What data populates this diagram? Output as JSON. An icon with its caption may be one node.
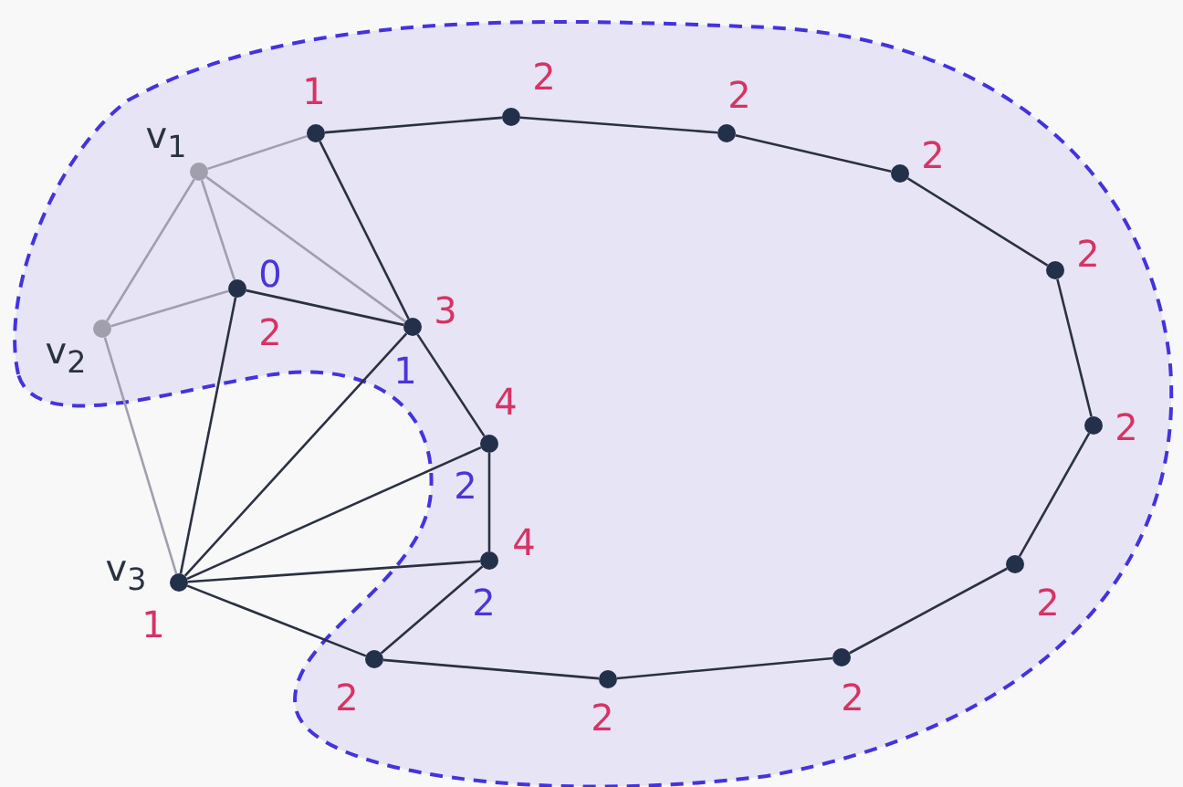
{
  "diagram": {
    "nodes": [
      {
        "text": [],
        "shape": "circle",
        "beside": [
          "1"
        ]
      },
      {
        "text": [],
        "shape": "circle",
        "beside": [
          "2"
        ]
      },
      {
        "text": [],
        "shape": "circle",
        "beside": [
          "2"
        ]
      },
      {
        "text": [],
        "shape": "circle",
        "beside": [
          "2"
        ]
      },
      {
        "text": [],
        "shape": "circle",
        "beside": [
          "v$_{1}$"
        ]
      },
      {
        "text": [],
        "shape": "circle",
        "beside": [
          "2"
        ]
      },
      {
        "text": [],
        "shape": "circle",
        "beside": [
          "0",
          "2"
        ]
      },
      {
        "text": [],
        "shape": "circle",
        "beside": [
          "3",
          "1"
        ]
      },
      {
        "text": [],
        "shape": "circle",
        "beside": [
          "v$_{2}$"
        ]
      },
      {
        "text": [],
        "shape": "circle",
        "beside": [
          "2"
        ]
      },
      {
        "text": [],
        "shape": "circle",
        "beside": [
          "4",
          "2"
        ]
      },
      {
        "text": [],
        "shape": "circle",
        "beside": [
          "4",
          "2"
        ]
      },
      {
        "text": [],
        "shape": "circle",
        "beside": [
          "2"
        ]
      },
      {
        "text": [],
        "shape": "circle",
        "beside": [
          "v$_{3}$",
          "1"
        ]
      },
      {
        "text": [],
        "shape": "circle",
        "beside": [
          "2"
        ]
      },
      {
        "text": [],
        "shape": "circle",
        "beside": [
          "2"
        ]
      },
      {
        "text": [],
        "shape": "circle",
        "beside": [
          "2"
        ]
      }
    ],
    "edges": [
      {
        "from": 4,
        "to": 0,
        "arrow": "none",
        "color": "#a19fae"
      },
      {
        "from": 4,
        "to": 8,
        "arrow": "none",
        "color": "#a19fae"
      },
      {
        "from": 4,
        "to": 6,
        "arrow": "none",
        "color": "#a19fae"
      },
      {
        "from": 4,
        "to": 7,
        "arrow": "none",
        "color": "#a19fae"
      },
      {
        "from": 8,
        "to": 6,
        "arrow": "none",
        "color": "#a19fae"
      },
      {
        "from": 8,
        "to": 13,
        "arrow": "none",
        "color": "#a19fae"
      },
      {
        "from": 0,
        "to": 7,
        "arrow": "none"
      },
      {
        "from": 6,
        "to": 7,
        "arrow": "none"
      },
      {
        "from": 6,
        "to": 13,
        "arrow": "none"
      },
      {
        "from": 7,
        "to": 13,
        "arrow": "none"
      },
      {
        "from": 7,
        "to": 10,
        "arrow": "none"
      },
      {
        "from": 10,
        "to": 13,
        "arrow": "none"
      },
      {
        "from": 10,
        "to": 11,
        "arrow": "none"
      },
      {
        "from": 11,
        "to": 13,
        "arrow": "none"
      },
      {
        "from": 11,
        "to": 14,
        "arrow": "none"
      },
      {
        "from": 14,
        "to": 13,
        "arrow": "none"
      },
      {
        "from": 0,
        "to": 1,
        "arrow": "none"
      },
      {
        "from": 1,
        "to": 2,
        "arrow": "none"
      },
      {
        "from": 2,
        "to": 3,
        "arrow": "none"
      },
      {
        "from": 3,
        "to": 5,
        "arrow": "none"
      },
      {
        "from": 5,
        "to": 9,
        "arrow": "none"
      },
      {
        "from": 9,
        "to": 12,
        "arrow": "none"
      },
      {
        "from": 12,
        "to": 15,
        "arrow": "none"
      },
      {
        "from": 15,
        "to": 16,
        "arrow": "none"
      },
      {
        "from": 16,
        "to": 14,
        "arrow": "none"
      }
    ]
  }
}
